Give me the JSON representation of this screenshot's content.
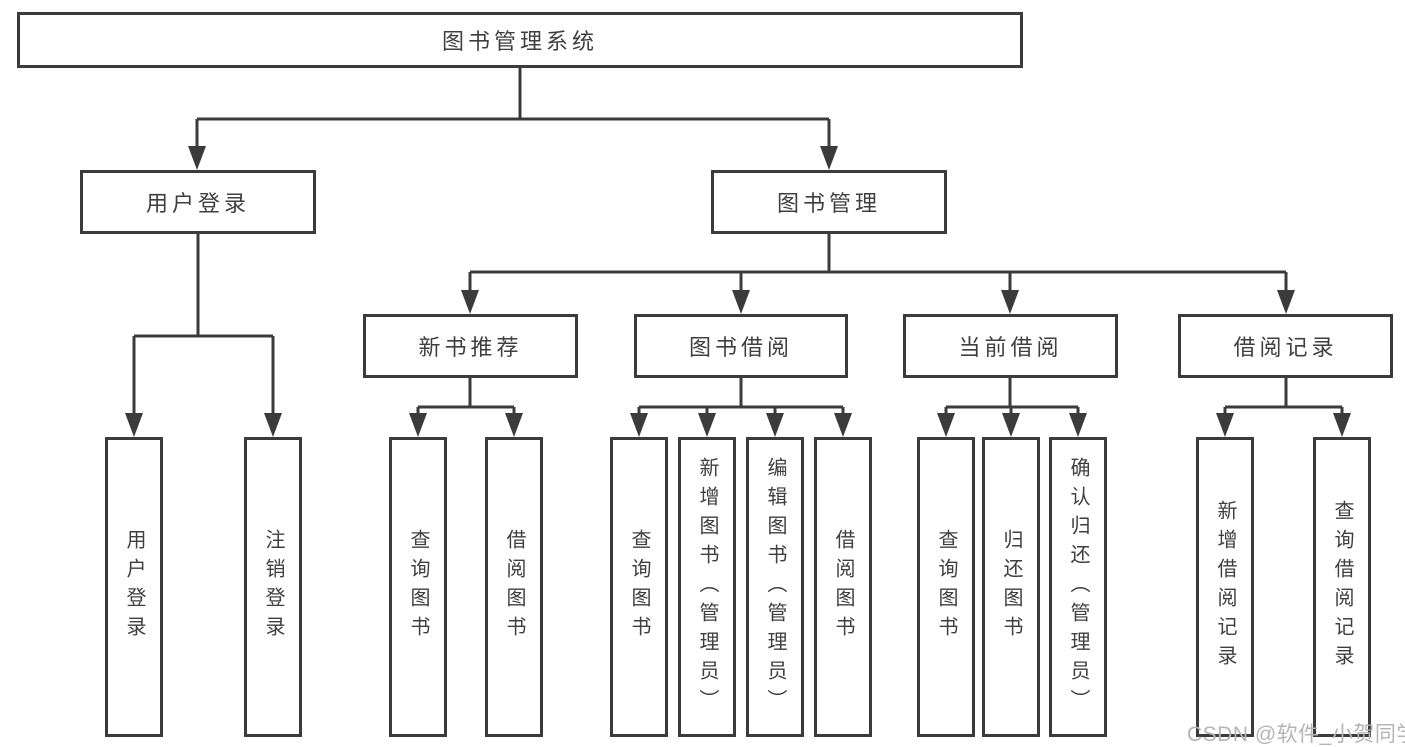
{
  "tree": {
    "label": "图书管理系统",
    "children": [
      {
        "label": "用户登录",
        "children": [
          {
            "label": "用户登录"
          },
          {
            "label": "注销登录"
          }
        ]
      },
      {
        "label": "图书管理",
        "children": [
          {
            "label": "新书推荐",
            "children": [
              {
                "label": "查询图书"
              },
              {
                "label": "借阅图书"
              }
            ]
          },
          {
            "label": "图书借阅",
            "children": [
              {
                "label": "查询图书"
              },
              {
                "label": "新增图书（管理员）"
              },
              {
                "label": "编辑图书（管理员）"
              },
              {
                "label": "借阅图书"
              }
            ]
          },
          {
            "label": "当前借阅",
            "children": [
              {
                "label": "查询图书"
              },
              {
                "label": "归还图书"
              },
              {
                "label": "确认归还（管理员）"
              }
            ]
          },
          {
            "label": "借阅记录",
            "children": [
              {
                "label": "新增借阅记录"
              },
              {
                "label": "查询借阅记录"
              }
            ]
          }
        ]
      }
    ]
  },
  "watermark": {
    "text": "CSDN @软件_小贺同学"
  },
  "colors": {
    "line": "#3b3b3b",
    "text": "#3f3f3f",
    "watermark": "#b5b5b5",
    "background": "#ffffff"
  }
}
